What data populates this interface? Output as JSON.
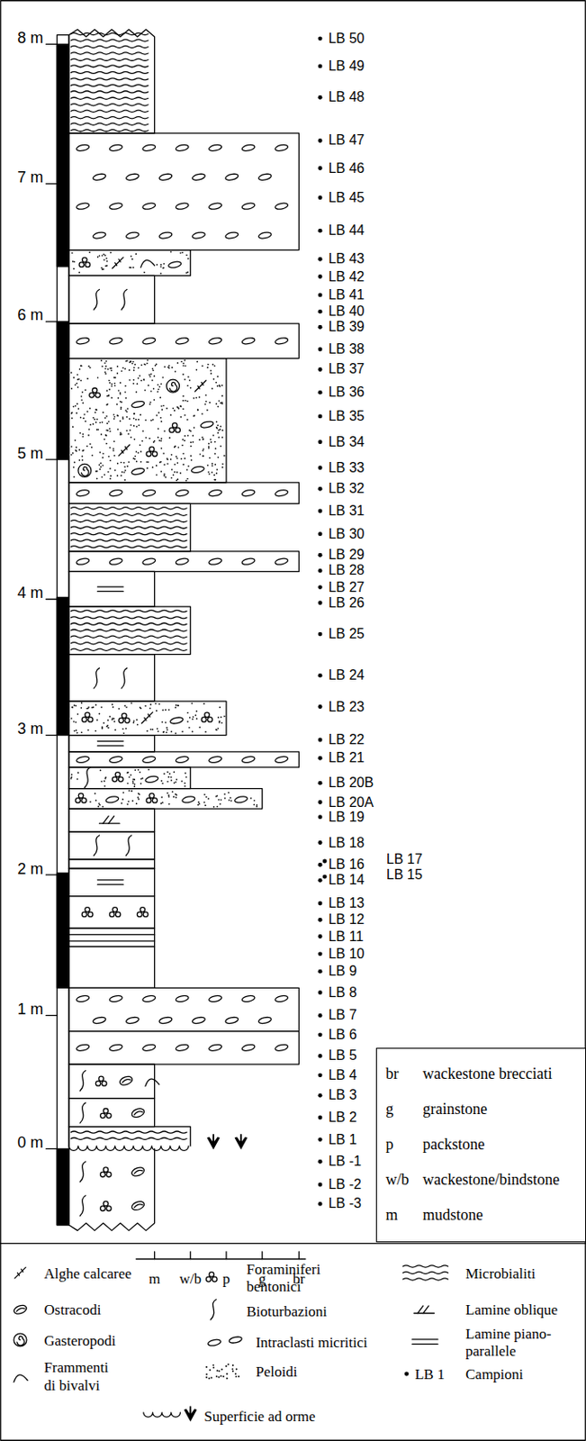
{
  "diagram": {
    "nodes": [
      {
        "text": [
          "br",
          "wackestone brecciati",
          "g",
          "grainstone",
          "p",
          "packstone",
          "w/b",
          "wackestone/bindstone",
          "m",
          "mudstone"
        ]
      }
    ],
    "labels": [
      "8 m",
      "7 m",
      "6 m",
      "5 m",
      "4 m",
      "3 m",
      "2 m",
      "1 m",
      "0 m",
      "LB 50",
      "LB 49",
      "LB 48",
      "LB 47",
      "LB 46",
      "LB 45",
      "LB 44",
      "LB 43",
      "LB 42",
      "LB 41",
      "LB 40",
      "LB 39",
      "LB 38",
      "LB 37",
      "LB 36",
      "LB 35",
      "LB 34",
      "LB 33",
      "LB 32",
      "LB 31",
      "LB 30",
      "LB 29",
      "LB 28",
      "LB 27",
      "LB 26",
      "LB 25",
      "LB 24",
      "LB 23",
      "LB 22",
      "LB 21",
      "LB 20B",
      "LB 20A",
      "LB 19",
      "LB 18",
      "LB 17",
      "LB 16",
      "LB 15",
      "LB 14",
      "LB 13",
      "LB 12",
      "LB 11",
      "LB 10",
      "LB 9",
      "LB 8",
      "LB 7",
      "LB 6",
      "LB 5",
      "LB 4",
      "LB 3",
      "LB 2",
      "LB 1",
      "LB -1",
      "LB -2",
      "LB -3",
      "m",
      "w/b",
      "p",
      "g",
      "br",
      "LB 1"
    ],
    "legend": [
      {
        "text": "Alghe calcaree"
      },
      {
        "text": "Foraminiferi bentonici"
      },
      {
        "text": "Microbialiti"
      },
      {
        "text": "Ostracodi"
      },
      {
        "text": "Bioturbazioni"
      },
      {
        "text": "Lamine oblique"
      },
      {
        "text": "Gasteropodi"
      },
      {
        "text": "Intraclasti micritici"
      },
      {
        "text": "Lamine piano-parallele"
      },
      {
        "text": "Frammenti di bivalvi"
      },
      {
        "text": "Peloidi"
      },
      {
        "text": "Campioni"
      },
      {
        "text": "Superficie ad orme"
      }
    ]
  }
}
